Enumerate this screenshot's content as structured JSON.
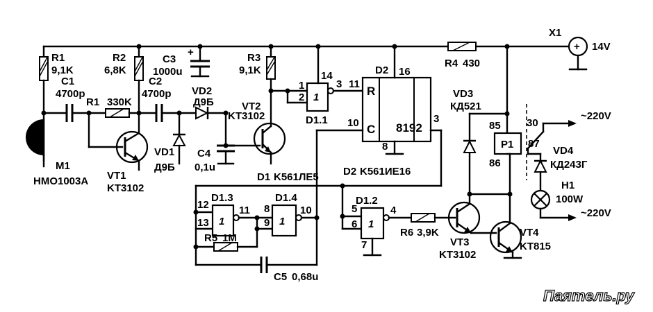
{
  "components": {
    "R1a": {
      "ref": "R1",
      "value": "9,1K"
    },
    "C1": {
      "ref": "C1",
      "value": "4700p"
    },
    "R1b": {
      "ref": "R1",
      "value": "330K"
    },
    "R2": {
      "ref": "R2",
      "value": "6,8K"
    },
    "C2": {
      "ref": "C2",
      "value": "4700p"
    },
    "C3": {
      "ref": "C3",
      "value": "1000u"
    },
    "VD2": {
      "ref": "VD2",
      "value": "Д9Б"
    },
    "VD1": {
      "ref": "VD1",
      "value": "Д9Б"
    },
    "R3": {
      "ref": "R3",
      "value": "9,1K"
    },
    "VT2": {
      "ref": "VT2",
      "value": "KT3102"
    },
    "C4": {
      "ref": "C4",
      "value": "0,1u"
    },
    "VT1": {
      "ref": "VT1",
      "value": "KT3102"
    },
    "M1": {
      "ref": "M1",
      "value": "HMO1003A"
    },
    "D1": {
      "ref": "D1",
      "value": "K561ЛE5"
    },
    "D2": {
      "ref": "D2",
      "value": "K561ИE16"
    },
    "R4": {
      "ref": "R4",
      "value": "430"
    },
    "X1": {
      "ref": "X1",
      "value": "14V"
    },
    "VD3": {
      "ref": "VD3",
      "value": "КД521"
    },
    "P1": {
      "ref": "P1"
    },
    "VD4": {
      "ref": "VD4",
      "value": "КД243Г"
    },
    "H1": {
      "ref": "H1",
      "value": "100W"
    },
    "R6": {
      "ref": "R6",
      "value": "3,9K"
    },
    "VT3": {
      "ref": "VT3",
      "value": "KT3102"
    },
    "VT4": {
      "ref": "VT4",
      "value": "KT815"
    },
    "R5": {
      "ref": "R5",
      "value": "1M"
    },
    "C5": {
      "ref": "C5",
      "value": "0,68u"
    }
  },
  "gates": {
    "D1_1": "D1.1",
    "D1_2": "D1.2",
    "D1_3": "D1.3",
    "D1_4": "D1.4",
    "gate_symbol": "1"
  },
  "counter": {
    "ref": "D2",
    "pin_r": "R",
    "pin_c": "C",
    "divide": "8192"
  },
  "pins": {
    "p1": "1",
    "p2": "2",
    "p3": "3",
    "p14": "14",
    "p11a": "11",
    "p10a": "10",
    "p3b": "3",
    "p16": "16",
    "p8a": "8",
    "p12": "12",
    "p13": "13",
    "p11b": "11",
    "p8b": "8",
    "p9": "9",
    "p10b": "10",
    "p5": "5",
    "p6": "6",
    "p4": "4",
    "p7": "7",
    "r85": "85",
    "r86": "86",
    "r30": "30",
    "r87": "87"
  },
  "mains": {
    "top": "~220V",
    "bottom": "~220V"
  },
  "watermark": "Паятель.ру"
}
